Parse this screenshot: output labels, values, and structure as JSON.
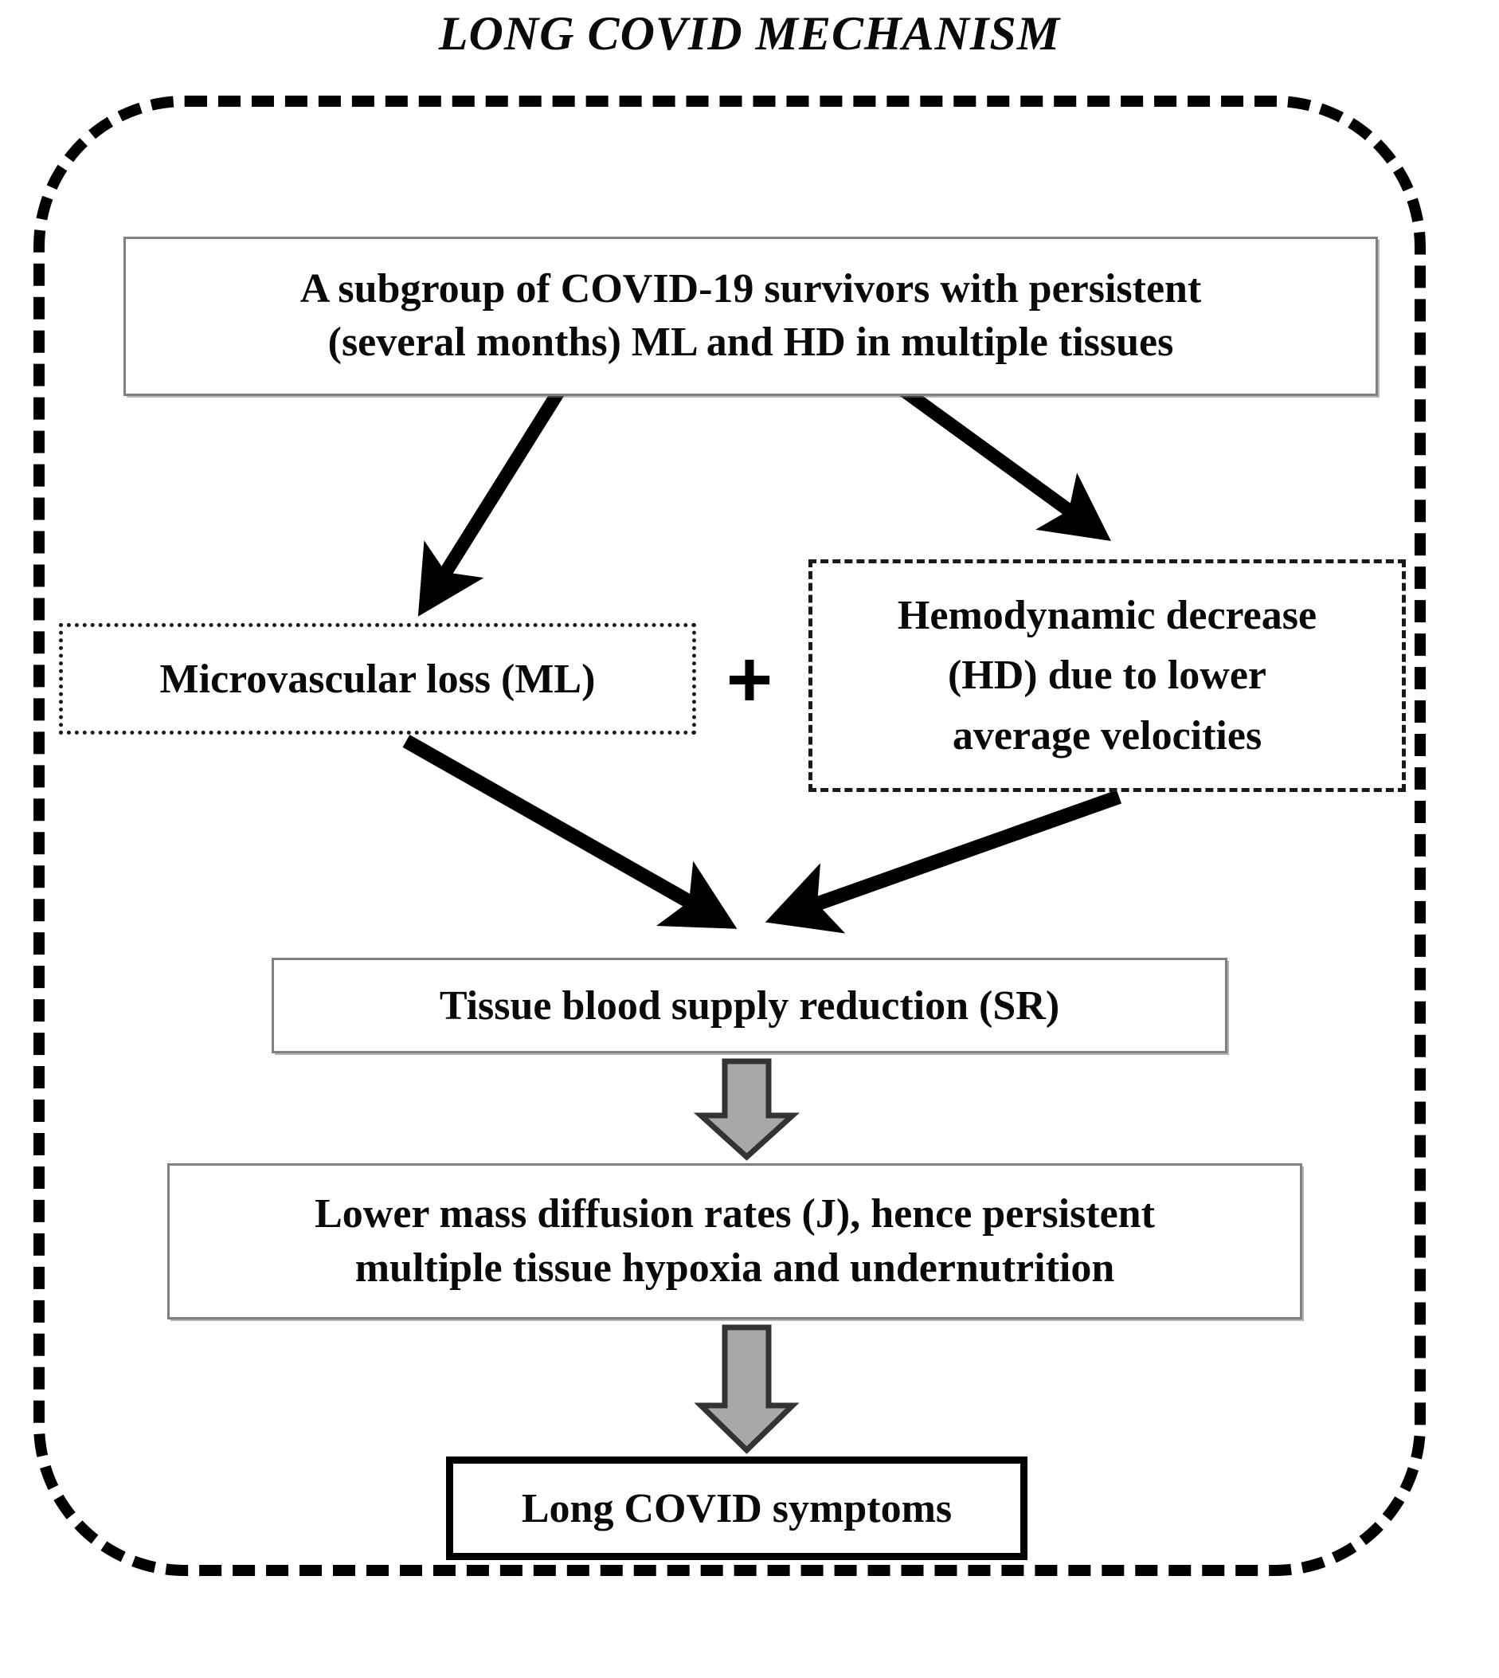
{
  "title": "LONG COVID MECHANISM",
  "diagram": {
    "frame_name": "long-covid-mechanism-frame",
    "nodes": {
      "subgroup": {
        "line1": "A subgroup of COVID-19 survivors with persistent",
        "line2": "(several months) ML and HD in multiple tissues",
        "border_style": "solid-thin"
      },
      "microvascular_loss": {
        "text": "Microvascular loss (ML)",
        "border_style": "dotted"
      },
      "plus": {
        "symbol": "+"
      },
      "hemodynamic_decrease": {
        "line1": "Hemodynamic decrease",
        "line2": "(HD) due to lower",
        "line3": "average velocities",
        "border_style": "dashed"
      },
      "supply_reduction": {
        "text": "Tissue blood supply reduction (SR)",
        "border_style": "solid-thin"
      },
      "diffusion": {
        "line1": "Lower mass diffusion rates (J), hence persistent",
        "line2": "multiple tissue hypoxia and undernutrition",
        "border_style": "solid-thin"
      },
      "symptoms": {
        "text": "Long COVID symptoms",
        "border_style": "solid-thick"
      }
    },
    "connectors": [
      {
        "name": "subgroup-to-ml",
        "style": "black-solid-arrow",
        "from": "subgroup",
        "to": "microvascular_loss"
      },
      {
        "name": "subgroup-to-hd",
        "style": "black-solid-arrow",
        "from": "subgroup",
        "to": "hemodynamic_decrease"
      },
      {
        "name": "ml-to-sr",
        "style": "black-solid-arrow",
        "from": "microvascular_loss",
        "to": "supply_reduction"
      },
      {
        "name": "hd-to-sr",
        "style": "black-solid-arrow",
        "from": "hemodynamic_decrease",
        "to": "supply_reduction"
      },
      {
        "name": "sr-to-diffusion",
        "style": "gray-block-arrow",
        "from": "supply_reduction",
        "to": "diffusion"
      },
      {
        "name": "diffusion-to-symptoms",
        "style": "gray-block-arrow",
        "from": "diffusion",
        "to": "symptoms"
      }
    ]
  },
  "colors": {
    "ink": "#000000",
    "box_border_thin": "#808080",
    "block_arrow_fill": "#a8a8a8",
    "block_arrow_stroke": "#3b3b3b",
    "background": "#ffffff"
  }
}
